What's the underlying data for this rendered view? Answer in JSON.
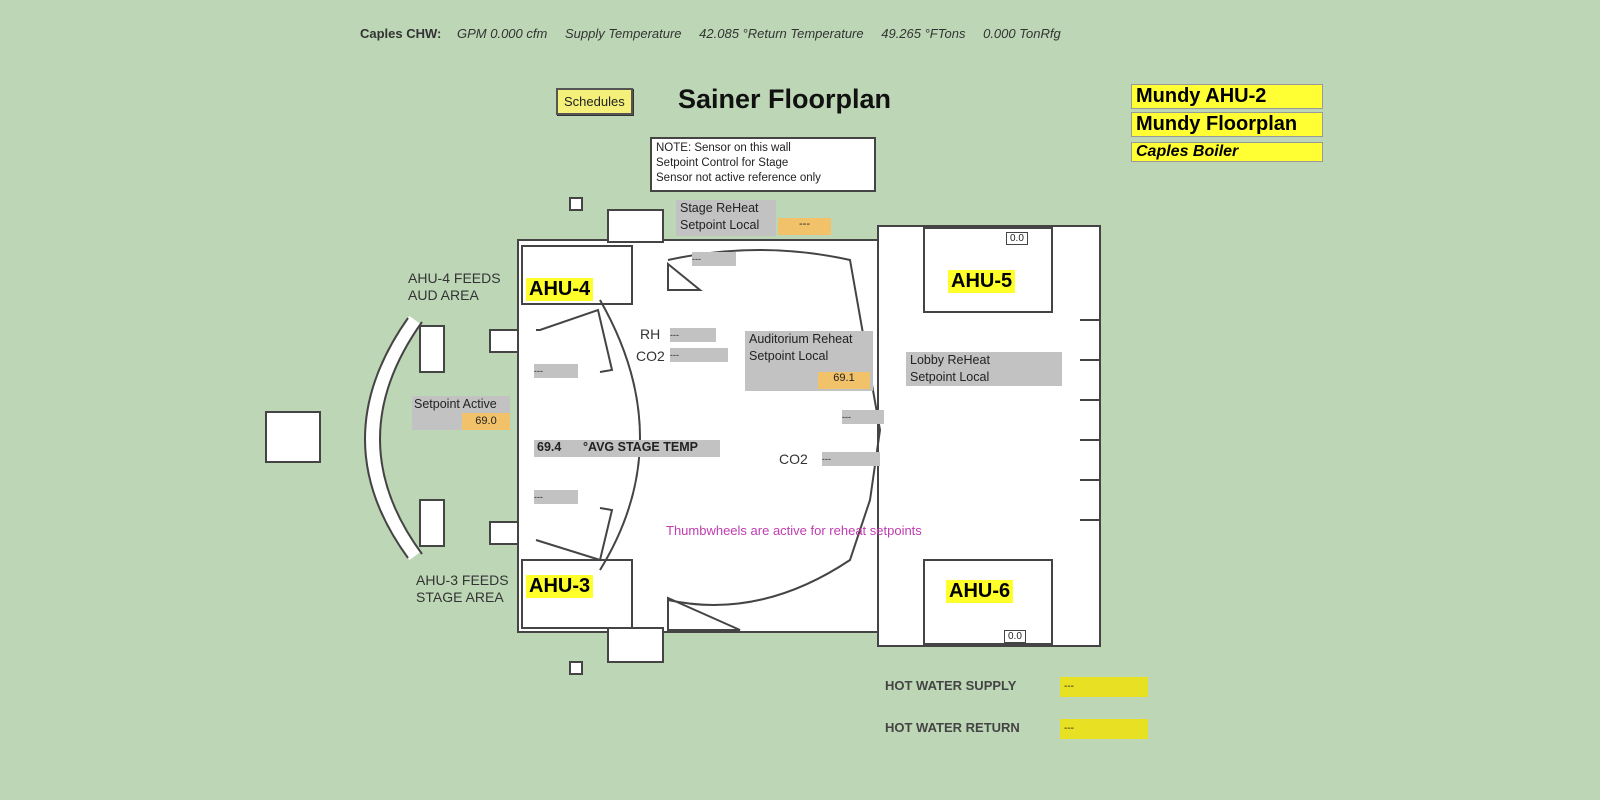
{
  "header": {
    "chw_label": "Caples CHW:",
    "gpm": "GPM 0.000 cfm",
    "supply": "Supply Temperature",
    "supply_val": "42.085 °Return Temperature",
    "return_val": "49.265 °FTons",
    "tons": "0.000 TonRfg"
  },
  "schedules_button": "Schedules",
  "page_title": "Sainer Floorplan",
  "links": {
    "mundy_ahu2": "Mundy AHU-2",
    "mundy_floorplan": "Mundy Floorplan",
    "caples_boiler": "Caples Boiler"
  },
  "note": {
    "line1": "NOTE:  Sensor on this wall",
    "line2": "Setpoint Control for Stage",
    "line3": "Sensor not active reference only"
  },
  "stage_reheat": {
    "label1": "Stage ReHeat",
    "label2": "Setpoint Local",
    "value": "---"
  },
  "auditorium_reheat": {
    "label1": "Auditorium Reheat",
    "label2": "Setpoint Local",
    "value": "69.1"
  },
  "lobby_reheat": {
    "label1": "Lobby ReHeat",
    "label2": "Setpoint Local"
  },
  "setpoint_active": {
    "label": "Setpoint Active",
    "value": "69.0"
  },
  "rh": {
    "label": "RH",
    "value": "---"
  },
  "co2_1": {
    "label": "CO2",
    "value": "---"
  },
  "co2_2": {
    "label": "CO2",
    "value": "---"
  },
  "avg_stage": {
    "value": "69.4",
    "label": "°AVG STAGE TEMP"
  },
  "ahu_labels": {
    "ahu4": "AHU-4",
    "ahu3": "AHU-3",
    "ahu5": "AHU-5",
    "ahu6": "AHU-6"
  },
  "feeds": {
    "ahu4_l1": "AHU-4 FEEDS",
    "ahu4_l2": "AUD AREA",
    "ahu3_l1": "AHU-3 FEEDS",
    "ahu3_l2": "STAGE AREA"
  },
  "thumbwheels_note": "Thumbwheels are active for reheat setpoints",
  "hot_water": {
    "supply_label": "HOT WATER SUPPLY",
    "supply_value": "---",
    "return_label": "HOT WATER RETURN",
    "return_value": "---"
  },
  "misc_values": {
    "small_dash": "---",
    "zeros": "0.0"
  }
}
